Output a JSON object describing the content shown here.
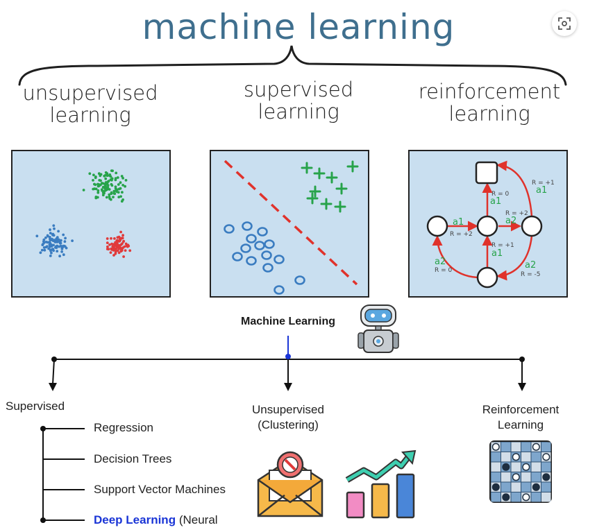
{
  "title": "machine learning",
  "categories": {
    "unsupervised": {
      "line1": "unsupervised",
      "line2": "learning"
    },
    "supervised": {
      "line1": "supervised",
      "line2": "learning"
    },
    "reinforcement": {
      "line1": "reinforcement",
      "line2": "learning"
    }
  },
  "rl_graph": {
    "reward_labels": [
      "R = +1",
      "R = 0",
      "R = +2",
      "R = +2",
      "R = +1",
      "R = 0",
      "R = -5"
    ],
    "action_labels": [
      "a1",
      "a1",
      "a1",
      "a2",
      "a1",
      "a2",
      "a2"
    ]
  },
  "tree": {
    "root": "Machine Learning",
    "branches": {
      "supervised": "Supervised",
      "unsupervised_line1": "Unsupervised",
      "unsupervised_line2": "(Clustering)",
      "reinforcement_line1": "Reinforcement",
      "reinforcement_line2": "Learning"
    },
    "supervised_items": [
      "Regression",
      "Decision Trees",
      "Support Vector Machines"
    ],
    "deep_learning": {
      "highlight": "Deep Learning",
      "rest": " (Neural"
    }
  },
  "colors": {
    "title": "#3f6f8e",
    "panel_bg": "#c9dff0",
    "cluster_green": "#27a34a",
    "cluster_blue": "#3a7cc0",
    "cluster_red": "#e03a3a",
    "arrow_red": "#e0322b",
    "highlight_blue": "#1a35d6"
  },
  "icons": [
    "expand-icon",
    "robot-icon",
    "mail-blocked-icon",
    "growth-chart-icon",
    "checkerboard-icon"
  ]
}
